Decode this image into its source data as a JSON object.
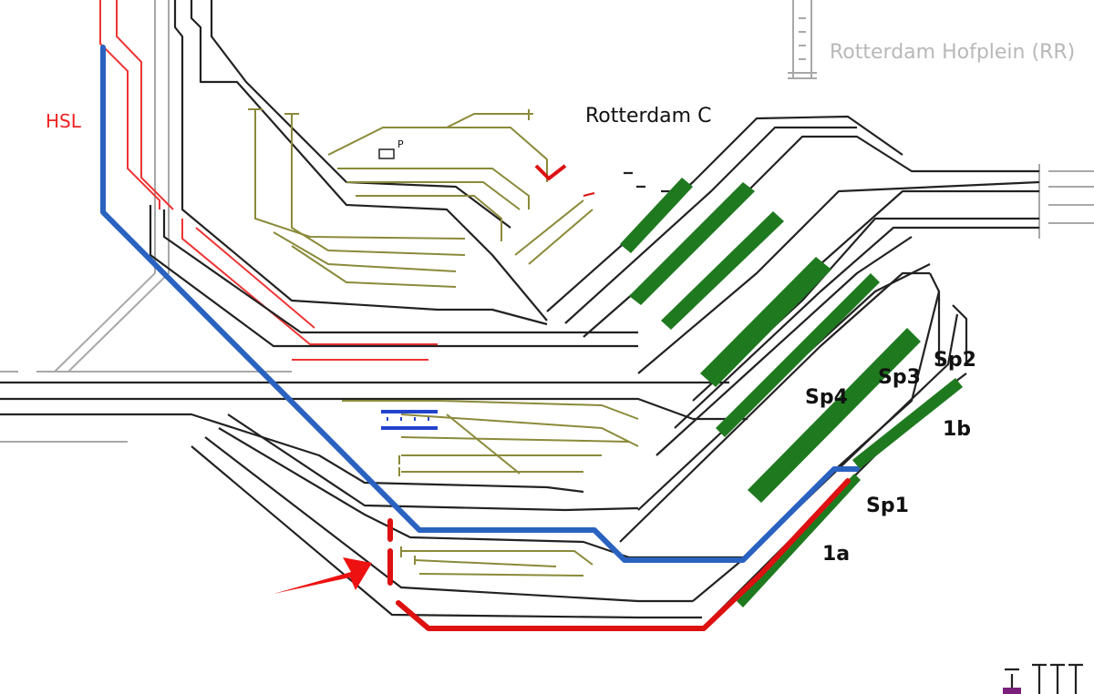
{
  "labels": {
    "station_main": "Rotterdam C",
    "station_hofplein": "Rotterdam Hofplein (RR)",
    "hsl": "HSL",
    "parking_marker": "P"
  },
  "platforms": {
    "sp1": "Sp1",
    "sp2": "Sp2",
    "sp3": "Sp3",
    "sp4": "Sp4",
    "p1a": "1a",
    "p1b": "1b"
  },
  "colors": {
    "track": "#222222",
    "hsl_track": "#ee3333",
    "siding": "#8a8a3a",
    "platform": "#1f7a1f",
    "route_blue": "#2a62c0",
    "route_red": "#dd1111"
  }
}
